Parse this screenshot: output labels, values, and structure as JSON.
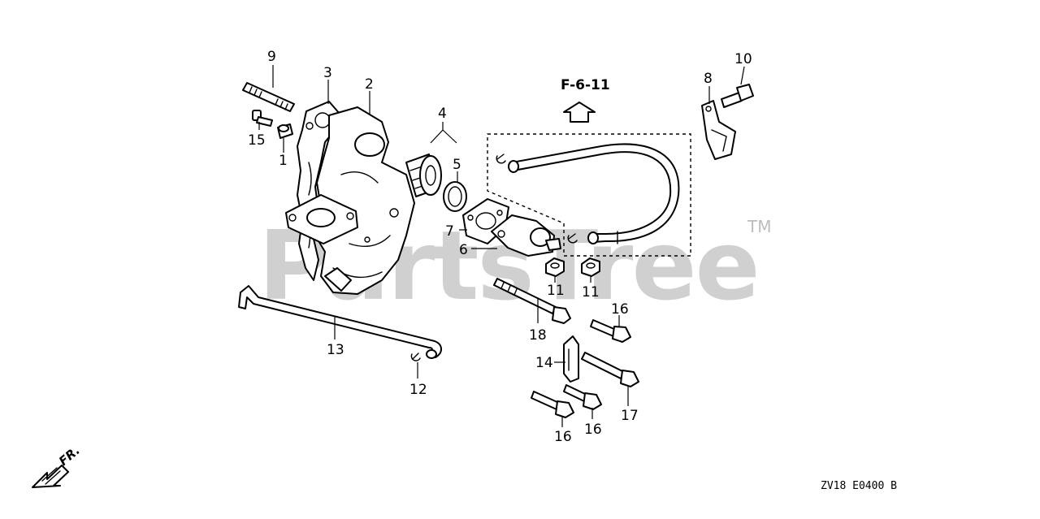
{
  "watermark": {
    "text": "PartsTree",
    "trademark": "TM"
  },
  "reference": {
    "label": "F-6-11"
  },
  "direction": {
    "label": "FR."
  },
  "diagram_code": {
    "text": "ZV18  E0400 B"
  },
  "callouts": [
    {
      "id": "c9",
      "text": "9"
    },
    {
      "id": "c3",
      "text": "3"
    },
    {
      "id": "c2",
      "text": "2"
    },
    {
      "id": "c15",
      "text": "15"
    },
    {
      "id": "c1",
      "text": "1"
    },
    {
      "id": "c4",
      "text": "4"
    },
    {
      "id": "c5",
      "text": "5"
    },
    {
      "id": "c7",
      "text": "7"
    },
    {
      "id": "c6",
      "text": "6"
    },
    {
      "id": "c8",
      "text": "8"
    },
    {
      "id": "c10",
      "text": "10"
    },
    {
      "id": "c11a",
      "text": "11"
    },
    {
      "id": "c11b",
      "text": "11"
    },
    {
      "id": "c16a",
      "text": "16"
    },
    {
      "id": "c18",
      "text": "18"
    },
    {
      "id": "c14",
      "text": "14"
    },
    {
      "id": "c17",
      "text": "17"
    },
    {
      "id": "c16b",
      "text": "16"
    },
    {
      "id": "c16c",
      "text": "16"
    },
    {
      "id": "c13",
      "text": "13"
    },
    {
      "id": "c12",
      "text": "12"
    }
  ]
}
